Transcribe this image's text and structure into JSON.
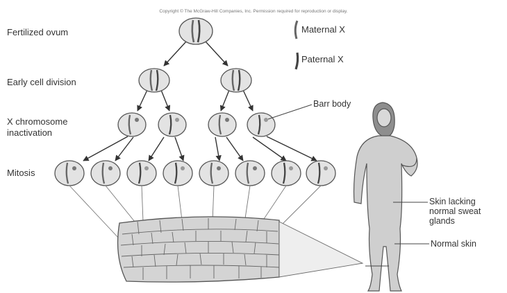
{
  "copyright": "Copyright © The McGraw-Hill Companies, Inc. Permission required for reproduction or display.",
  "stages": {
    "fertilized": "Fertilized ovum",
    "early_division": "Early cell division",
    "inactivation": "X chromosome inactivation",
    "mitosis": "Mitosis"
  },
  "legend": {
    "maternal": "Maternal X",
    "paternal": "Paternal X"
  },
  "callouts": {
    "barr_body": "Barr body",
    "skin_lacking": "Skin lacking normal sweat glands",
    "normal_skin": "Normal skin"
  },
  "colors": {
    "cell_fill": "#e3e3e3",
    "outline": "#555555",
    "skin_fill": "#d4d4d4",
    "figure_fill": "#cfcfcf"
  }
}
